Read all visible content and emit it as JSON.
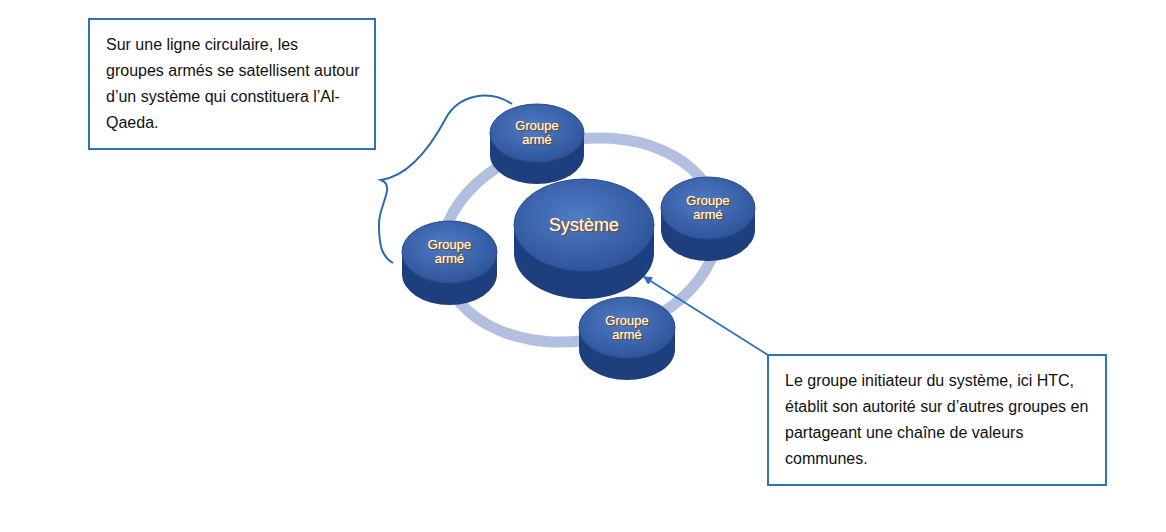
{
  "diagram": {
    "nodes": [
      {
        "text": [
          "Sur une ligne circulaire, les groupes armés se satellisent autour d’un système qui constituera l’Al-Qaeda."
        ]
      },
      {
        "text": [
          "Groupe armé"
        ]
      },
      {
        "text": [
          "Groupe armé"
        ]
      },
      {
        "text": [
          "Système"
        ]
      },
      {
        "text": [
          "Groupe armé"
        ]
      },
      {
        "text": [
          "Groupe armé"
        ]
      },
      {
        "text": [
          "Le groupe initiateur du système, ici HTC, établit son autorité sur d’autres groupes en partageant une chaîne de valeurs communes."
        ]
      }
    ],
    "edges": [
      {
        "from": 6,
        "to": 3,
        "arrow": "to"
      }
    ]
  }
}
